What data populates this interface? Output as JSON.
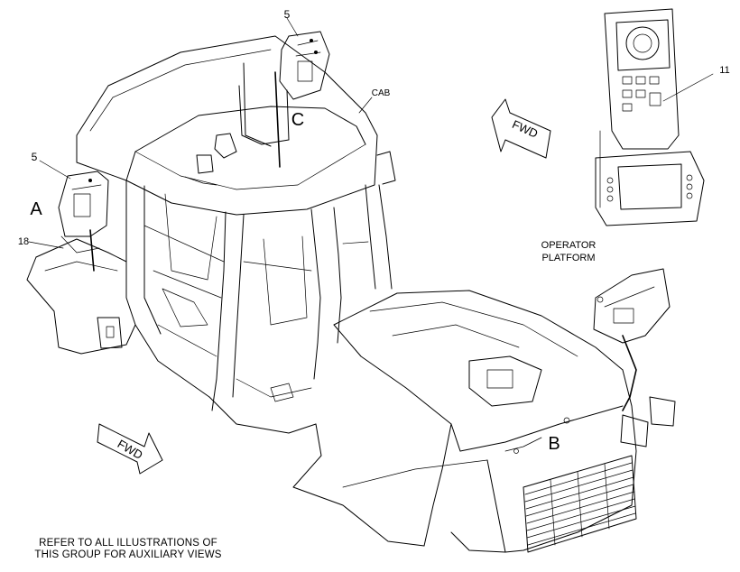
{
  "labels": {
    "cab": "CAB",
    "callout_5_top": "5",
    "callout_5_left": "5",
    "callout_11": "11",
    "callout_18": "18",
    "view_a": "A",
    "view_b": "B",
    "view_c": "C",
    "fwd_top": "FWD",
    "fwd_bottom": "FWD",
    "operator_platform_line1": "OPERATOR",
    "operator_platform_line2": "PLATFORM"
  },
  "note": {
    "line1": "REFER TO ALL ILLUSTRATIONS OF",
    "line2": "THIS GROUP FOR AUXILIARY VIEWS"
  }
}
